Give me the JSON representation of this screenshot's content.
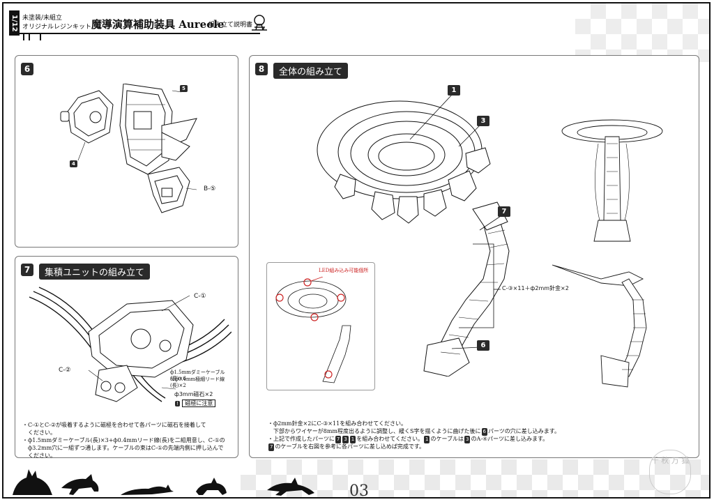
{
  "header": {
    "scale": "1/12",
    "line1": "未塗装/未組立",
    "line2": "オリジナルレジンキット",
    "title": "魔導演算補助装具 Aureole",
    "subtitle": "組み立て説明書"
  },
  "panel6": {
    "step": "6",
    "part_labels": {
      "p5": "5",
      "p4": "4",
      "b5": "B-⑤"
    }
  },
  "panel7": {
    "step": "7",
    "title": "集積ユニットの組み立て",
    "labels": {
      "c1": "C-①",
      "c2": "C-②",
      "cable_note_1": "ф1.5mmダミーケーブル(長)×6",
      "cable_note_2": "&ф0.4mm極細リード線(長)×2",
      "magnet": "ф3mm磁石×2",
      "warn_icon": "!",
      "warn_text": "磁極に注意"
    },
    "notes": [
      "・C-①とC-②が吸着するように磁極を合わせて各パーツに磁石を接着して",
      "　ください。",
      "・ф1.5mmダミーケーブル(長)×3+ф0.4mmリード線(長)を二組用意し、C-①の",
      "　ф3.2mm穴に一組ずつ通します。ケーブルの束はC-①の先端内側に押し込んで",
      "　ください。"
    ]
  },
  "panel8": {
    "step": "8",
    "title": "全体の組み立て",
    "part_labels": {
      "p1": "1",
      "p3": "3",
      "p7": "7",
      "p6": "6"
    },
    "chain_label": "C-③×11＋ф2mm針金×2",
    "led_label": "LED組み込み可能個所",
    "notes": {
      "line1": "・ф2mm針金×2にC-③×11を組み合わせてください。",
      "line2a": "　下部からワイヤーが8mm程度出るように調整し、緩くS字を描くように曲げた後に",
      "line2b": "パーツの穴に差し込みます。",
      "line3a": "・上記で作成したパーツに",
      "line3b": "を組み合わせてください。",
      "line3c": "のケーブルは",
      "line3d": "のA-④パーツに差し込みます。",
      "line4": "のケーブルを右図を参考に各パーツに差し込めば完成です。",
      "n6": "6",
      "n7": "7",
      "n3": "3",
      "n1": "1"
    }
  },
  "footer": {
    "page": "03",
    "seal": "千 秋 万 狐"
  },
  "colors": {
    "ink": "#111111",
    "panel_border": "#777777",
    "led_red": "#cc2222",
    "checker": "#e6e6e6"
  }
}
